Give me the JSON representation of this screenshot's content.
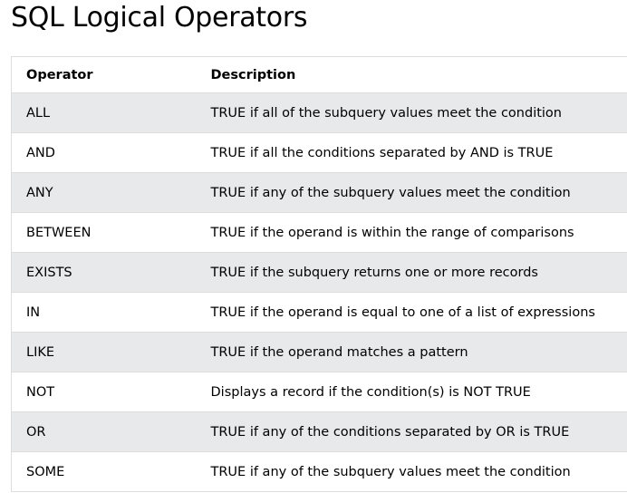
{
  "page": {
    "title": "SQL Logical Operators"
  },
  "table": {
    "headers": {
      "operator": "Operator",
      "description": "Description"
    },
    "rows": [
      {
        "operator": "ALL",
        "description": "TRUE if all of the subquery values meet the condition"
      },
      {
        "operator": "AND",
        "description": "TRUE if all the conditions separated by AND is TRUE"
      },
      {
        "operator": "ANY",
        "description": "TRUE if any of the subquery values meet the condition"
      },
      {
        "operator": "BETWEEN",
        "description": "TRUE if the operand is within the range of comparisons"
      },
      {
        "operator": "EXISTS",
        "description": "TRUE if the subquery returns one or more records"
      },
      {
        "operator": "IN",
        "description": "TRUE if the operand is equal to one of a list of expressions"
      },
      {
        "operator": "LIKE",
        "description": "TRUE if the operand matches a pattern"
      },
      {
        "operator": "NOT",
        "description": "Displays a record if the condition(s) is NOT TRUE"
      },
      {
        "operator": "OR",
        "description": "TRUE if any of the conditions separated by OR is TRUE"
      },
      {
        "operator": "SOME",
        "description": "TRUE if any of the subquery values meet the condition"
      }
    ]
  },
  "colors": {
    "stripe": "#e7e9eb",
    "border": "#dddddd",
    "text": "#000000"
  }
}
